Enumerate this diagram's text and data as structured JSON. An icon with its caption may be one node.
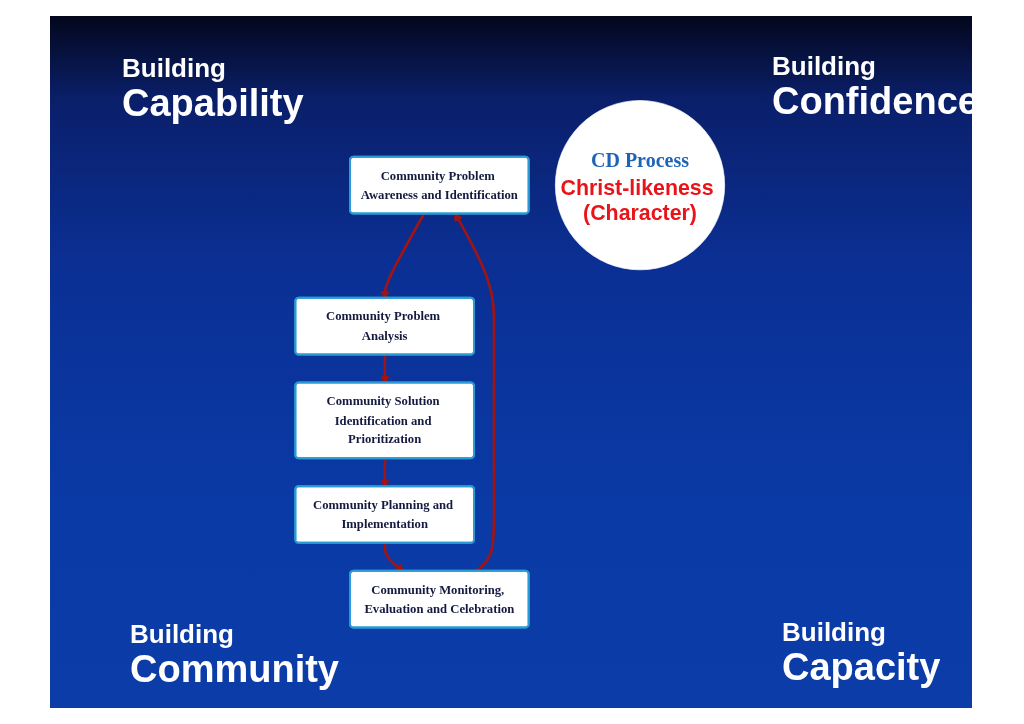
{
  "diagram": {
    "nodes": [
      {
        "text": [
          "Community Problem Awareness and Identification"
        ]
      },
      {
        "text": [
          "Community Monitoring, Evaluation and Celebration"
        ]
      },
      {
        "text": [
          "CD Process",
          "Christ-likeness (Character)"
        ]
      },
      {
        "text": [
          "Community Problem Analysis"
        ]
      },
      {
        "text": [
          "Community Solution Identification and Prioritization"
        ]
      },
      {
        "text": [
          "Community Planning and Implementation"
        ]
      }
    ],
    "edges": [
      {
        "from": 0,
        "to": 3,
        "arrow": "to"
      },
      {
        "from": 3,
        "to": 4,
        "arrow": "to"
      },
      {
        "from": 4,
        "to": 5,
        "arrow": "to"
      },
      {
        "from": 5,
        "to": 1,
        "arrow": "to"
      },
      {
        "from": 1,
        "to": 0,
        "arrow": "to"
      }
    ],
    "labels": [
      "Building",
      "Capability",
      "Building",
      "Confidence",
      "Building",
      "Community",
      "Building",
      "Capacity"
    ]
  }
}
